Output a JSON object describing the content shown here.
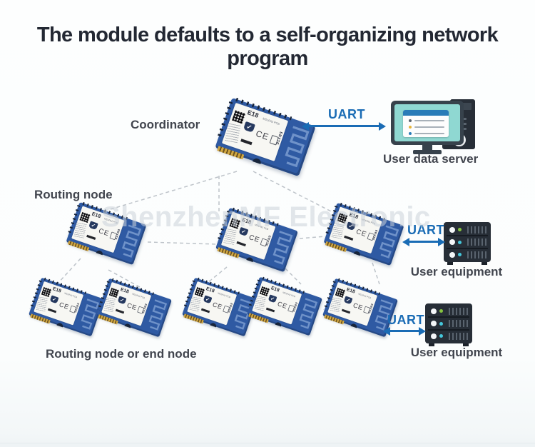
{
  "header": {
    "title": "The module defaults to a self-organizing network program"
  },
  "watermark": {
    "text": "ShenzhenMF Electronic"
  },
  "diagram": {
    "coordinator_label": "Coordinator",
    "routing_node_label": "Routing node",
    "routing_or_end_label": "Routing node or end node",
    "uart_top": "UART",
    "uart_middle": "UART",
    "uart_bottom": "UART",
    "server_label": "User data server",
    "equipment1_label": "User equipment",
    "equipment2_label": "User equipment"
  },
  "module": {
    "chip": "E18",
    "chip_sub": "MS1PA2 PCB",
    "brand": "EBYTE",
    "logo_check": "✓",
    "ce": "CE"
  },
  "colors": {
    "accent_blue": "#1a6cb5",
    "pcb_blue": "#2f5aa3",
    "antenna_trace": "#6f92c9",
    "dashed_line": "#bdc3c9",
    "screen_teal": "#8fd8d2",
    "status_green": "#86c440",
    "status_cyan": "#45c8dc",
    "title_color": "#232833"
  }
}
